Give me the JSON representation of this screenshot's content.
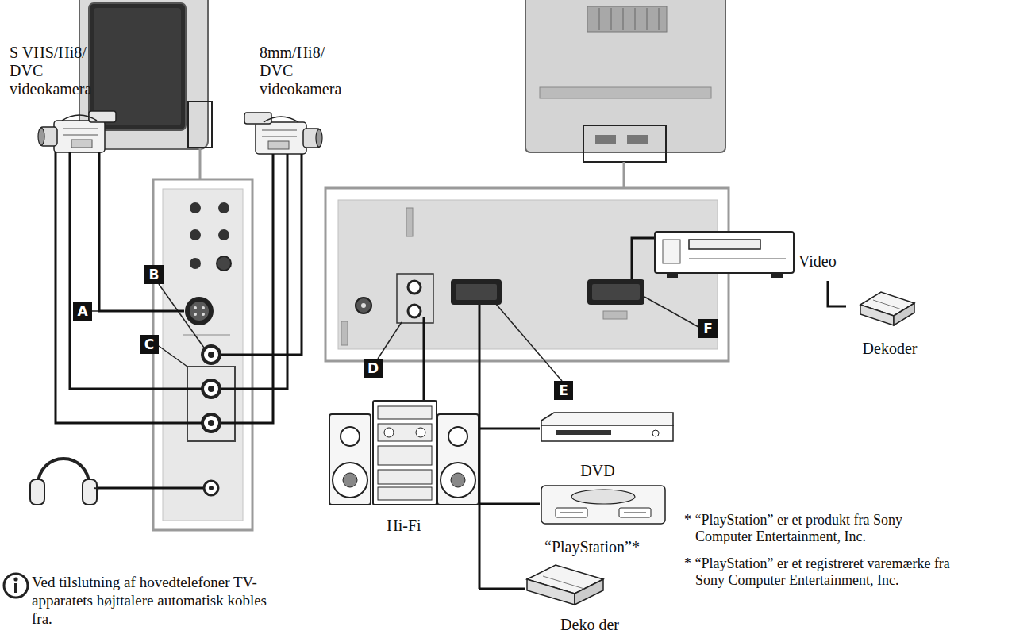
{
  "diagram": {
    "nodes": [
      {
        "text": [
          "S VHS/Hi8/ DVC videokamera"
        ]
      },
      {
        "text": [
          "8mm/Hi8/ DVC videokamera"
        ]
      },
      {
        "text": [
          "A"
        ]
      },
      {
        "text": [
          "B"
        ]
      },
      {
        "text": [
          "C"
        ]
      },
      {
        "text": [
          "D"
        ]
      },
      {
        "text": [
          "E"
        ]
      },
      {
        "text": [
          "F"
        ]
      },
      {
        "text": [
          "Video"
        ]
      },
      {
        "text": [
          "Dekoder"
        ]
      },
      {
        "text": [
          "Hi-Fi"
        ]
      },
      {
        "text": [
          "DVD"
        ]
      },
      {
        "text": [
          "“PlayStation”*"
        ]
      },
      {
        "text": [
          "Deko der"
        ]
      }
    ],
    "edges": [
      {
        "from": 8,
        "to": 9,
        "arrow": "none"
      }
    ],
    "labels": [
      "Ved tilslutning af hovedtelefoner TV-apparatets højttalere automatisk kobles fra.",
      "* “PlayStation” er et produkt fra Sony Computer Entertainment, Inc.",
      "* “PlayStation” er et registreret varemærke fra Sony Computer Entertainment, Inc."
    ]
  }
}
